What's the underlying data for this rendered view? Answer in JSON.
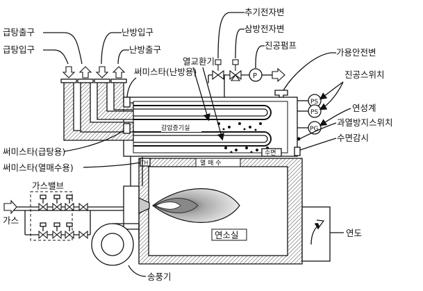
{
  "labels": {
    "hot_water_outlet": "급탕출구",
    "hot_water_inlet": "급탕입구",
    "heating_inlet": "난방입구",
    "heating_outlet": "난방출구",
    "extra_solenoid_valve": "추기전자변",
    "three_way_solenoid_valve": "삼방전자변",
    "vacuum_pump": "진공펌프",
    "fusible_safety_valve": "가용안전변",
    "vacuum_switch": "진공스위치",
    "heat_exchanger": "열교환기",
    "thermistor_heating": "써미스타(난방용)",
    "thermistor_hot_water": "써미스타(급탕용)",
    "thermistor_heat_medium": "써미스타(열매수용)",
    "pressure_reducing_chamber": "감압증기실",
    "heat_medium_water": "열 매 수",
    "water_level": "수면",
    "compound_gauge": "연성계",
    "overheat_switch": "과열방지스위치",
    "water_level_monitor": "수면감시",
    "gas_valve": "가스밸브",
    "gas": "가스",
    "combustion_chamber": "연소실",
    "flue": "연도",
    "blower": "송풍기"
  },
  "symbols": {
    "pump": "P",
    "vacuum_switch_1": "PS",
    "vacuum_switch_2": "PS",
    "compound_gauge": "PG",
    "thermistor_code": "TH"
  }
}
